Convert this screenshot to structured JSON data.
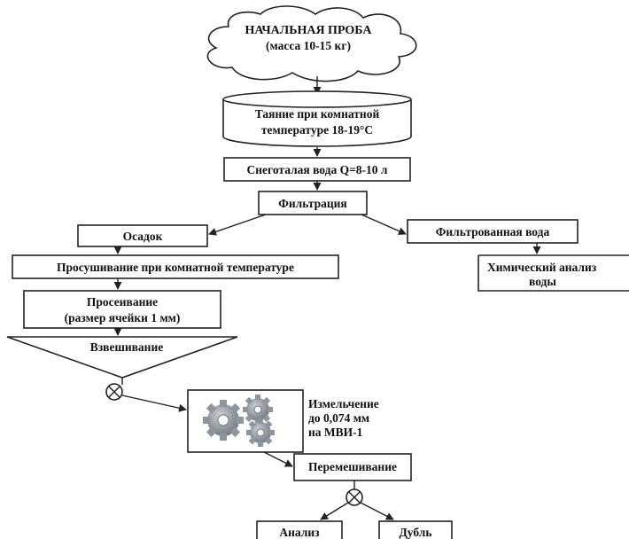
{
  "diagram": {
    "start": {
      "line1": "НАЧАЛЬНАЯ ПРОБА",
      "line2": "(масса 10-15 кг)"
    },
    "thaw": {
      "line1": "Таяние при комнатной",
      "line2": "температуре 18-19°С"
    },
    "meltwater": {
      "label": "Снеготалая вода Q=8-10 л"
    },
    "filtration": {
      "label": "Фильтрация"
    },
    "sediment": {
      "label": "Осадок"
    },
    "filtered_water": {
      "label": "Фильтрованная вода"
    },
    "chem_analysis": {
      "line1": "Химический анализ",
      "line2": "воды"
    },
    "drying": {
      "label": "Просушивание при комнатной температуре"
    },
    "sieving": {
      "line1": "Просеивание",
      "line2": "(размер ячейки 1 мм)"
    },
    "weighing": {
      "label": "Взвешивание"
    },
    "grinding": {
      "line1": "Измельчение",
      "line2": "до 0,074 мм",
      "line3": "на МВИ-1",
      "icon": "gears-icon"
    },
    "mixing": {
      "label": "Перемешивание"
    },
    "analysis": {
      "label": "Анализ"
    },
    "duplicate": {
      "label": "Дубль"
    }
  },
  "colors": {
    "stroke": "#222222",
    "gear": "#8e959c"
  }
}
